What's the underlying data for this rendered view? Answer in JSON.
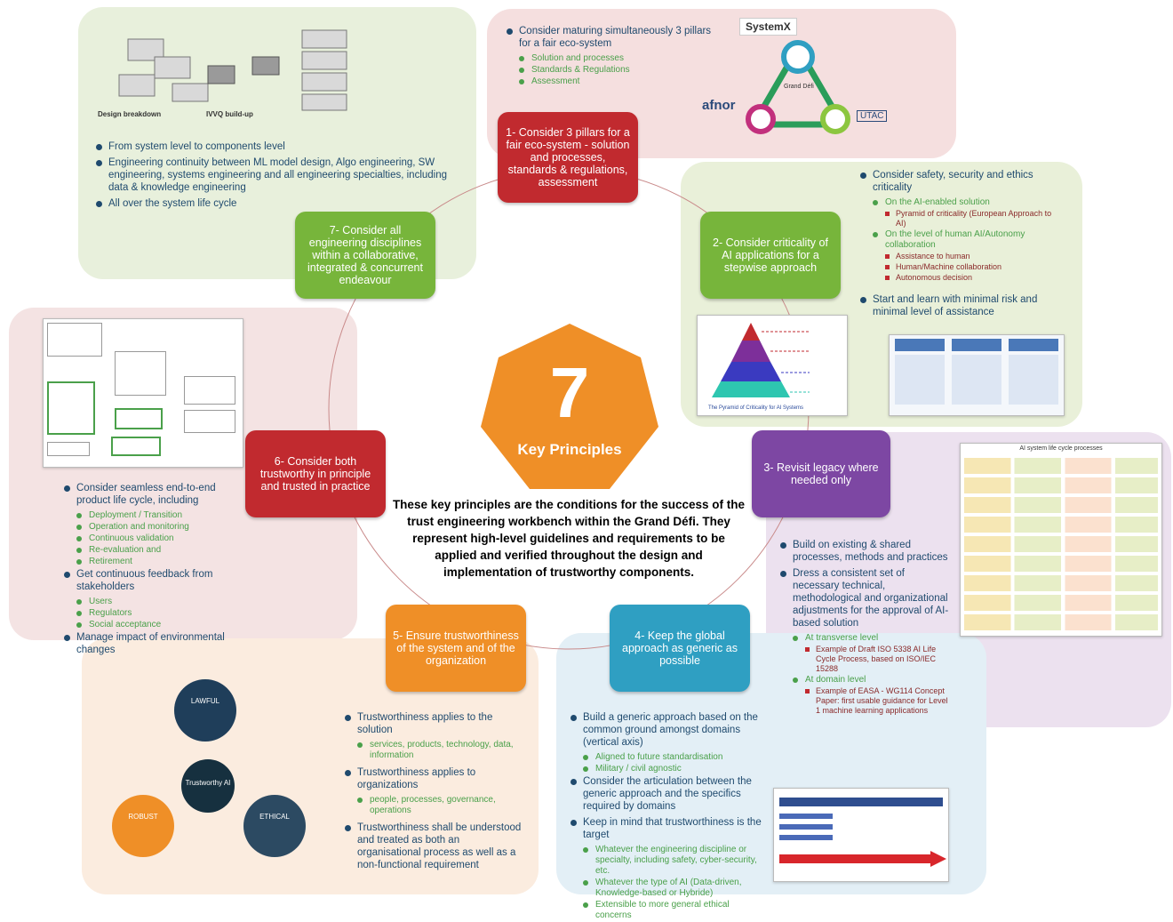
{
  "center": {
    "number": "7",
    "label": "Key Principles",
    "description": "These key principles are the conditions for the success of the trust engineering workbench within the Grand Défi. They represent high-level guidelines and requirements to be applied and verified throughout the design and implementation of trustworthy components."
  },
  "nodes": {
    "n1": "1- Consider 3 pillars for a fair eco-system - solution and processes, standards & regulations, assessment",
    "n2": "2- Consider criticality of AI applications for a stepwise approach",
    "n3": "3- Revisit legacy where needed only",
    "n4": "4- Keep the global approach as generic as possible",
    "n5": "5- Ensure trustworthiness of the system and of the organization",
    "n6": "6- Consider both trustworthy in principle and trusted in practice",
    "n7": "7- Consider all engineering disciplines within a collaborative, integrated & concurrent endeavour"
  },
  "p1": {
    "b1": "Consider maturing simultaneously 3 pillars for a fair eco-system",
    "s1": "Solution and processes",
    "s2": "Standards & Regulations",
    "s3": "Assessment",
    "logo_systemx": "SystemX",
    "logo_afnor": "afnor",
    "logo_utac": "UTAC",
    "logo_grand": "Grand Défi"
  },
  "p2": {
    "b1": "Consider safety, security and ethics criticality",
    "s1": "On the AI-enabled solution",
    "r1": "Pyramid of criticality (European Approach to AI)",
    "s2": "On the level of human AI/Autonomy collaboration",
    "r2": "Assistance to human",
    "r3": "Human/Machine collaboration",
    "r4": "Autonomous decision",
    "b2": "Start and learn with minimal risk and minimal level of assistance",
    "caption": "The Pyramid of Criticality for AI Systems"
  },
  "p3": {
    "b1": "Build on existing & shared processes, methods and practices",
    "b2": "Dress a consistent set of necessary technical, methodological and organizational adjustments for the approval of AI-based solution",
    "s1": "At transverse level",
    "r1": "Example of Draft ISO 5338 AI Life Cycle Process, based on ISO/IEC 15288",
    "s2": "At domain level",
    "r2": "Example of EASA - WG114 Concept Paper: first usable guidance for Level 1 machine learning applications",
    "thumb_title": "AI system life cycle processes"
  },
  "p4": {
    "b1": "Build a generic approach based on the common ground amongst domains (vertical axis)",
    "s1": "Aligned to future standardisation",
    "s2": "Military / civil agnostic",
    "b2": "Consider the articulation between the generic approach and the specifics required by domains",
    "b3": "Keep in mind that trustworthiness is the target",
    "s3": "Whatever the engineering discipline or specialty, including safety, cyber-security, etc.",
    "s4": "Whatever the type of AI (Data-driven, Knowledge-based or Hybride)",
    "s5": "Extensible to more general ethical concerns"
  },
  "p5": {
    "b1": "Trustworthiness applies to the solution",
    "s1": "services, products, technology, data, information",
    "b2": "Trustworthiness applies to organizations",
    "s2": "people, processes, governance, operations",
    "b3": "Trustworthiness shall be understood and treated as both an organisational process as well as a non-functional requirement",
    "c_lawful": "LAWFUL",
    "c_ethical": "ETHICAL",
    "c_robust": "ROBUST",
    "c_center": "Trustworthy AI"
  },
  "p6": {
    "b1": "Consider seamless end-to-end product life cycle, including",
    "s1": "Deployment / Transition",
    "s2": "Operation and monitoring",
    "s3": "Continuous validation",
    "s4": "Re-evaluation and",
    "s5": "Retirement",
    "b2": "Get continuous feedback from stakeholders",
    "s6": "Users",
    "s7": "Regulators",
    "s8": "Social acceptance",
    "b3": "Manage impact of environmental changes"
  },
  "p7": {
    "b1": "From system level to components level",
    "b2": "Engineering continuity between ML model design, Algo engineering, SW engineering, systems engineering and all engineering specialties, including data & knowledge engineering",
    "b3": "All over the system life cycle",
    "cap1": "Design breakdown",
    "cap2": "IVVQ build-up"
  },
  "colors": {
    "red": "#c12a2f",
    "green": "#77b53b",
    "purple": "#7d47a3",
    "blue": "#2f9fc2",
    "orange": "#ef8f27"
  }
}
